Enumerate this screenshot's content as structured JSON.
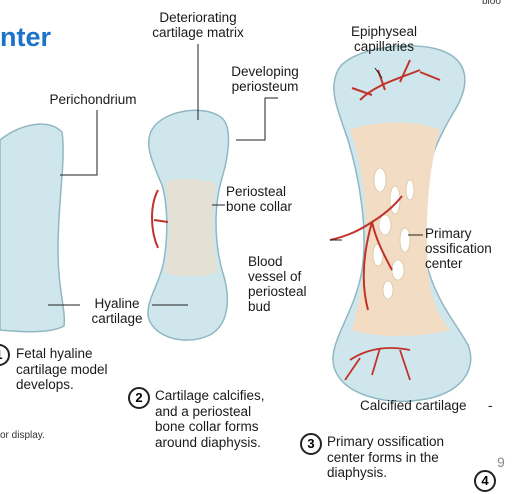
{
  "slide": {
    "title_fragment": "nter",
    "top_right_fragment": "bloo",
    "page_number": "9",
    "footer_fragment": "or display."
  },
  "labels": {
    "deteriorating_cartilage_matrix": "Deteriorating\ncartilage matrix",
    "epiphyseal_capillaries": "Epiphyseal\ncapillaries",
    "developing_periosteum": "Developing\nperiosteum",
    "perichondrium": "Perichondrium",
    "periosteal_bone_collar": "Periosteal\nbone collar",
    "primary_ossification_center": "Primary\nossification\ncenter",
    "blood_vessel": "Blood\nvessel of\nperiosteal\nbud",
    "hyaline_cartilage": "Hyaline\ncartilage",
    "calcified_cartilage": "Calcified cartilage"
  },
  "steps": [
    {
      "number": "1",
      "text": "Fetal hyaline\ncartilage model\ndevelops."
    },
    {
      "number": "2",
      "text": "Cartilage calcifies,\nand a periosteal\nbone collar forms\naround diaphysis."
    },
    {
      "number": "3",
      "text": "Primary ossification\ncenter forms in the\ndiaphysis."
    },
    {
      "number": "4",
      "text": ""
    }
  ],
  "colors": {
    "title": "#1d72c9",
    "cartilage": "#cfe7ec",
    "bone_collar": "#f2dcc4",
    "vessel": "#c0332b"
  }
}
